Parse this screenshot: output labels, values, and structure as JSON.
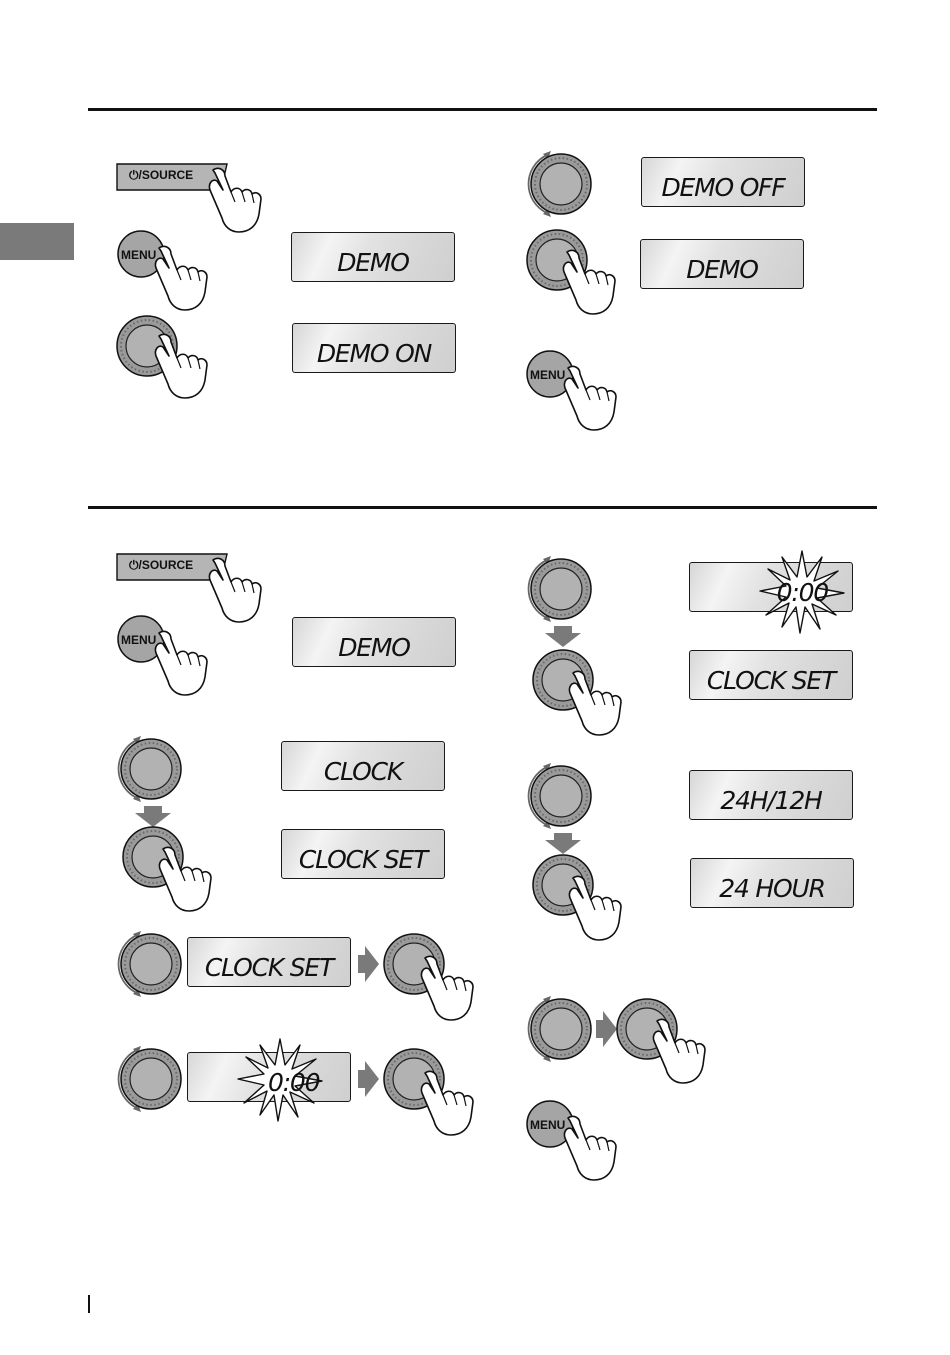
{
  "buttons": {
    "source_label": "⏻/SOURCE",
    "menu_label": "MENU"
  },
  "demo_section": {
    "displays": [
      "DEMO",
      "DEMO ON",
      "DEMO OFF",
      "DEMO"
    ]
  },
  "clock_section": {
    "displays": [
      "DEMO",
      "CLOCK",
      "CLOCK SET",
      "CLOCK SET",
      "0:00",
      "0:00",
      "CLOCK SET",
      "24H/12H",
      "24 HOUR"
    ]
  },
  "icons": [
    "power-icon",
    "pointing-hand-icon",
    "control-dial-icon",
    "rotate-arrow-icon",
    "down-arrow-icon",
    "right-arrow-icon",
    "flash-starburst-icon"
  ],
  "colors": {
    "lcd_light": "#f4f4f4",
    "lcd_dark": "#cfcfcf",
    "dial": "#a9a9a9",
    "arrow": "#7a7a7a",
    "tab": "#7a7a7a"
  }
}
